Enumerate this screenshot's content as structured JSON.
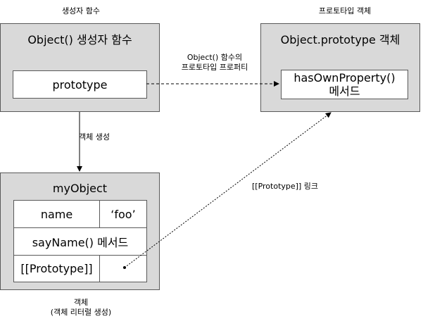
{
  "captions": {
    "constructor_top": "생성자 함수",
    "prototype_top": "프로토타입 객체",
    "object_bottom_line1": "객체",
    "object_bottom_line2": "(객체 리터럴 생성)"
  },
  "constructor_box": {
    "title": "Object() 생성자 함수",
    "inner_label": "prototype"
  },
  "prototype_box": {
    "title": "Object.prototype 객체",
    "method_line1": "hasOwnProperty()",
    "method_line2": "메서드"
  },
  "myobject_box": {
    "title": "myObject",
    "rows": {
      "name_key": "name",
      "name_value": "‘foo’",
      "method": "sayName() 메서드",
      "proto_key": "[[Prototype]]"
    }
  },
  "edge_labels": {
    "prototype_property_line1": "Object() 함수의",
    "prototype_property_line2": "프로토타입 프로퍼티",
    "object_creation": "객체 생성",
    "prototype_link": "[[Prototype]] 링크"
  },
  "colors": {
    "box_fill": "#d9d9d9",
    "border": "#595959",
    "line": "#000000"
  }
}
